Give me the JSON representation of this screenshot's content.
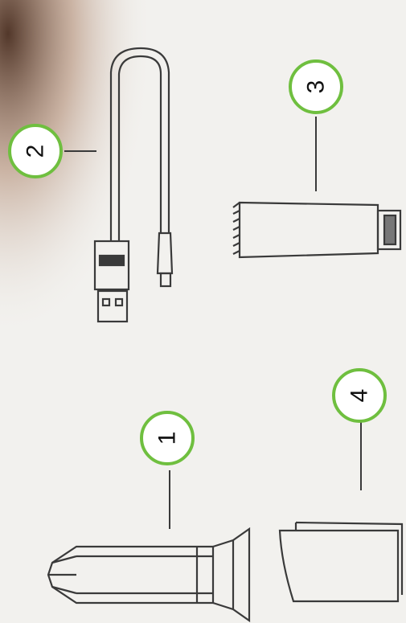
{
  "photo": {
    "subject": "accessory-items-line-drawing",
    "callout_color": "#6fbf3f",
    "callouts": [
      {
        "label": "1"
      },
      {
        "label": "2"
      },
      {
        "label": "3"
      },
      {
        "label": "4"
      }
    ]
  }
}
